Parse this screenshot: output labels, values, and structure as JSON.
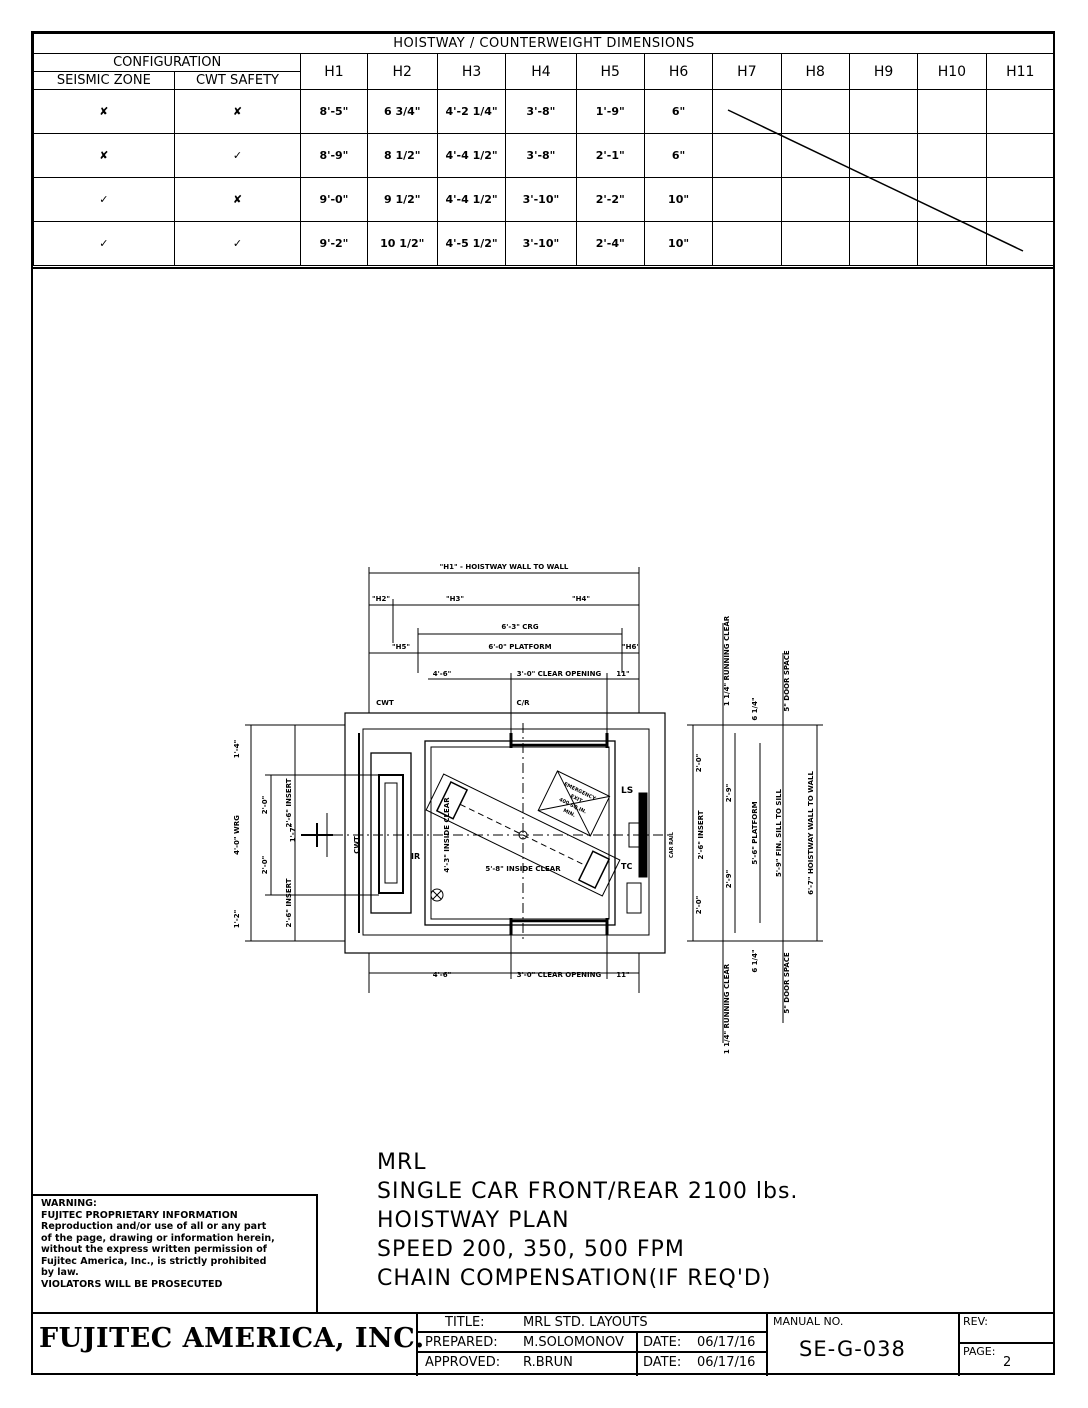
{
  "table": {
    "title": "HOISTWAY / COUNTERWEIGHT DIMENSIONS",
    "configuration_label": "CONFIGURATION",
    "seismic_zone_label": "SEISMIC ZONE",
    "cwt_safety_label": "CWT SAFETY",
    "headers": [
      "H1",
      "H2",
      "H3",
      "H4",
      "H5",
      "H6",
      "H7",
      "H8",
      "H9",
      "H10",
      "H11"
    ],
    "rows": [
      {
        "seismic": "✘",
        "cwt": "✘",
        "values": [
          "8'-5\"",
          "6 3/4\"",
          "4'-2 1/4\"",
          "3'-8\"",
          "1'-9\"",
          "6\""
        ]
      },
      {
        "seismic": "✘",
        "cwt": "✓",
        "values": [
          "8'-9\"",
          "8 1/2\"",
          "4'-4 1/2\"",
          "3'-8\"",
          "2'-1\"",
          "6\""
        ]
      },
      {
        "seismic": "✓",
        "cwt": "✘",
        "values": [
          "9'-0\"",
          "9 1/2\"",
          "4'-4 1/2\"",
          "3'-10\"",
          "2'-2\"",
          "10\""
        ]
      },
      {
        "seismic": "✓",
        "cwt": "✓",
        "values": [
          "9'-2\"",
          "10 1/2\"",
          "4'-5 1/2\"",
          "3'-10\"",
          "2'-4\"",
          "10\""
        ]
      }
    ]
  },
  "plan": {
    "h1": "\"H1\" - HOISTWAY WALL TO WALL",
    "h2": "\"H2\"",
    "h3": "\"H3\"",
    "h4": "\"H4\"",
    "crg": "6'-3\" CRG",
    "h5": "\"H5\"",
    "platform": "6'-0\" PLATFORM",
    "h6": "\"H6\"",
    "front_left": "4'-6\"",
    "clear_opening": "3'-0\" CLEAR OPENING",
    "front_right": "11\"",
    "cwt": "CWT",
    "cl_rail": "C/R",
    "rear_left": "4'-6\"",
    "rear_clear_opening": "3'-0\" CLEAR OPENING",
    "rear_right": "11\"",
    "inside_clear": "5'-8\" INSIDE CLEAR",
    "inside_clear_v": "4'-3\" INSIDE CLEAR",
    "emergency": [
      "EMERGENCY",
      "EXIT",
      "400 SQ.IN.",
      "MIN."
    ],
    "ls": "LS",
    "tc": "TC",
    "ir": "IR",
    "cwt_center": "CWT",
    "car_rail": "CAR RAIL",
    "left_dims": [
      "1'-4\"",
      "2'-6\" INSERT",
      "4'-0\" WRG",
      "2'-0\"",
      "2'-0\"",
      "1'-7\"",
      "2'-6\" INSERT",
      "1'-2\""
    ],
    "right_dims": [
      "2'-0\"",
      "2'-9\"",
      "2'-6\" INSERT",
      "2'-9\"",
      "2'-0\"",
      "1 1/4\" RUNNING CLEAR",
      "6 1/4\"",
      "5\" DOOR SPACE",
      "5'-6\" PLATFORM",
      "5'-9\" FIN. SILL TO SILL",
      "6'-7\" HOISTWAY WALL TO WALL",
      "6 1/4\"",
      "5\" DOOR SPACE",
      "1 1/4\" RUNNING CLEAR"
    ]
  },
  "notes": [
    "MRL",
    "SINGLE CAR FRONT/REAR 2100 lbs.",
    "HOISTWAY PLAN",
    "SPEED 200, 350, 500 FPM",
    "CHAIN COMPENSATION(IF REQ'D)"
  ],
  "warning": [
    "WARNING:",
    "FUJITEC PROPRIETARY INFORMATION",
    "Reproduction and/or use of all or any part",
    "of the page, drawing or information herein,",
    "without the express written permission of",
    "Fujitec America, Inc., is strictly prohibited",
    "by law.",
    "VIOLATORS WILL BE PROSECUTED"
  ],
  "title_block": {
    "company": "FUJITEC AMERICA, INC.",
    "title_label": "TITLE:",
    "title": "MRL STD. LAYOUTS",
    "prepared_label": "PREPARED:",
    "prepared": "M.SOLOMONOV",
    "approved_label": "APPROVED:",
    "approved": "R.BRUN",
    "date_label": "DATE:",
    "date_prepared": "06/17/16",
    "date_approved": "06/17/16",
    "manual_label": "MANUAL NO.",
    "manual": "SE-G-038",
    "rev_label": "REV:",
    "page_label": "PAGE:",
    "page": "2"
  }
}
